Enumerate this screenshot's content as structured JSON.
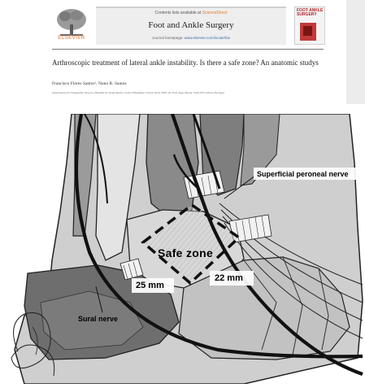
{
  "header": {
    "publisher": "ELSEVIER",
    "contents_prefix": "Contents lists available at",
    "contents_link": "ScienceDirect",
    "journal_name": "Foot and Ankle Surgery",
    "homepage_prefix": "Journal homepage:",
    "homepage_url": "www.elsevier.com/locate/fas",
    "cover_title": "FOOT ANKLE SURGERY"
  },
  "article": {
    "title": "Arthroscopic treatment of lateral ankle instability. Is there a safe zone? An anatomic studys",
    "authors": "Francisco Flores Santos¹, Nuno R. Santos",
    "affiliation": "Department of Orthopaedic Surgery, Hospital de Santa Maria, Centro Hospitalar Lisboa Norte EPE, Av. Prof. Egas Moniz, 1649-035 Lisboa, Portugal"
  },
  "figure": {
    "labels": {
      "superficial_nerve": "Superficial peroneal nerve",
      "safe_zone": "Safe zone",
      "dist_25": "25 mm",
      "dist_22": "22 mm",
      "sural_nerve": "Sural nerve"
    }
  }
}
